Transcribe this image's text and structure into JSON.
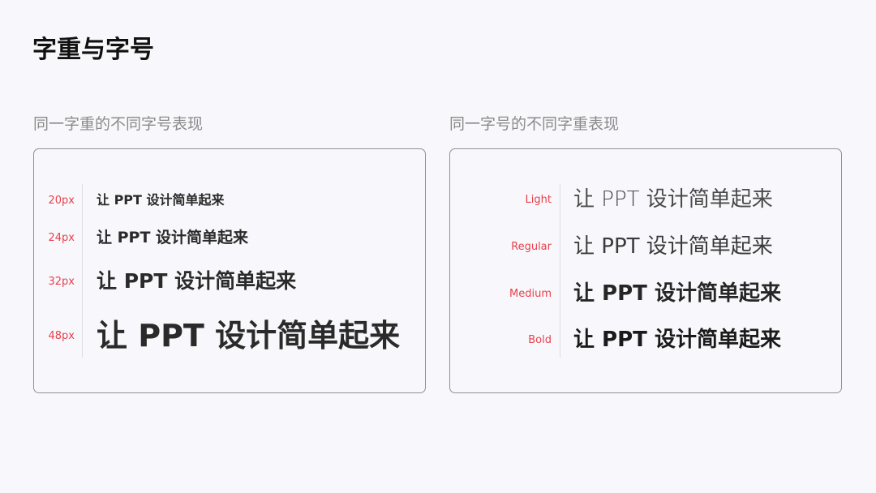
{
  "title": "字重与字号",
  "left_panel": {
    "caption": "同一字重的不同字号表现",
    "rows": [
      {
        "label": "20px",
        "text": "让 PPT 设计简单起来"
      },
      {
        "label": "24px",
        "text": "让 PPT 设计简单起来"
      },
      {
        "label": "32px",
        "text": "让 PPT 设计简单起来"
      },
      {
        "label": "48px",
        "text": "让 PPT 设计简单起来"
      }
    ]
  },
  "right_panel": {
    "caption": "同一字号的不同字重表现",
    "rows": [
      {
        "label": "Light",
        "text": "让 PPT 设计简单起来"
      },
      {
        "label": "Regular",
        "text": "让 PPT 设计简单起来"
      },
      {
        "label": "Medium",
        "text": "让 PPT 设计简单起来"
      },
      {
        "label": "Bold",
        "text": "让 PPT 设计简单起来"
      }
    ]
  },
  "colors": {
    "background": "#f8f8fc",
    "label_accent": "#e8404b",
    "caption": "#8a8a8a",
    "card_border": "#8f8f95"
  }
}
